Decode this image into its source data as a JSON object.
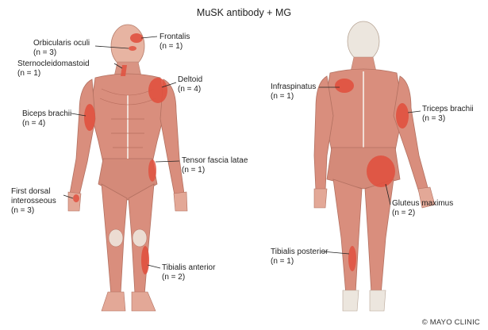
{
  "title": "MuSK antibody + MG",
  "credit": "© MAYO CLINIC",
  "colors": {
    "skin": "#e9b7a6",
    "muscle": "#c9786a",
    "highlight": "#e0513f",
    "bone": "#ece8e3",
    "leader": "#222222"
  },
  "front_labels": [
    {
      "name": "Frontalis",
      "n": "(n = 1)"
    },
    {
      "name": "Orbicularis oculi",
      "n": "(n = 3)"
    },
    {
      "name": "Sternocleidomastoid",
      "n": "(n = 1)"
    },
    {
      "name": "Deltoid",
      "n": "(n = 4)"
    },
    {
      "name": "Biceps brachii",
      "n": "(n = 4)"
    },
    {
      "name": "Tensor fascia latae",
      "n": "(n = 1)"
    },
    {
      "name": "First dorsal interosseous",
      "n": "(n = 3)"
    },
    {
      "name": "Tibialis anterior",
      "n": "(n = 2)"
    }
  ],
  "back_labels": [
    {
      "name": "Infraspinatus",
      "n": "(n = 1)"
    },
    {
      "name": "Triceps brachii",
      "n": "(n = 3)"
    },
    {
      "name": "Gluteus maximus",
      "n": "(n = 2)"
    },
    {
      "name": "Tibialis posterior",
      "n": "(n = 1)"
    }
  ]
}
